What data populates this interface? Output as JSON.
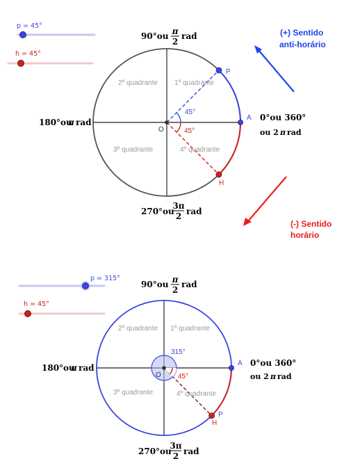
{
  "colors": {
    "blue": "#3b46e0",
    "red": "#cc2222",
    "gray": "#9a9a9a",
    "dark": "#555555",
    "arrow_blue": "#1a44ee",
    "arrow_red": "#ee1a1a"
  },
  "angle_labels": {
    "deg90": "90°ou",
    "deg180": "180°ou",
    "pi": "π",
    "rad": "rad",
    "deg270": "270°ou",
    "deg0": "0°ou 360°",
    "two_pi_prefix": "ou 2",
    "frac_num_90": "π",
    "frac_den_90": "2",
    "frac_num_270": "3π",
    "frac_den_270": "2"
  },
  "quadrants": {
    "q1": "1º quadrante",
    "q2": "2º quadrante",
    "q3": "3º quadrante",
    "q4": "4º quadrante"
  },
  "points": {
    "O": "O",
    "A": "A",
    "P": "P",
    "H": "H"
  },
  "figure1": {
    "slider_p_label": "p = 45°",
    "slider_h_label": "h = 45°",
    "slider_p_value": 45,
    "slider_h_value": 45,
    "angle_p_label": "45°",
    "angle_h_label": "45°"
  },
  "figure2": {
    "slider_p_label": "p = 315°",
    "slider_h_label": "h = 45°",
    "slider_p_value": 315,
    "slider_h_value": 45,
    "angle_p_label": "315°",
    "angle_h_label": "45°"
  },
  "annotations": {
    "ccw_line1": "(+) Sentido",
    "ccw_line2": "anti-horário",
    "cw_line1": "(-) Sentido",
    "cw_line2": "horário"
  }
}
